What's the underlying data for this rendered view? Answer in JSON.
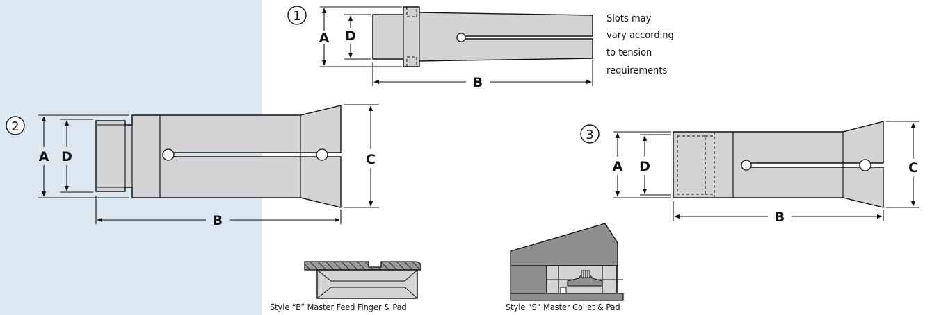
{
  "diagram": {
    "background_color": "#dbe8f1",
    "part_color": "#d4d4d6",
    "figures": [
      {
        "number": "1",
        "labels": {
          "A": "A",
          "D": "D",
          "B": "B"
        }
      },
      {
        "number": "2",
        "labels": {
          "A": "A",
          "D": "D",
          "B": "B",
          "C": "C"
        }
      },
      {
        "number": "3",
        "labels": {
          "A": "A",
          "D": "D",
          "B": "B",
          "C": "C"
        }
      }
    ],
    "note": {
      "lines": [
        "Slots may",
        "vary according",
        "to tension",
        "requirements"
      ]
    },
    "captions": {
      "style_b": "Style “B” Master Feed Finger & Pad",
      "style_s": "Style “S” Master Collet & Pad"
    }
  }
}
